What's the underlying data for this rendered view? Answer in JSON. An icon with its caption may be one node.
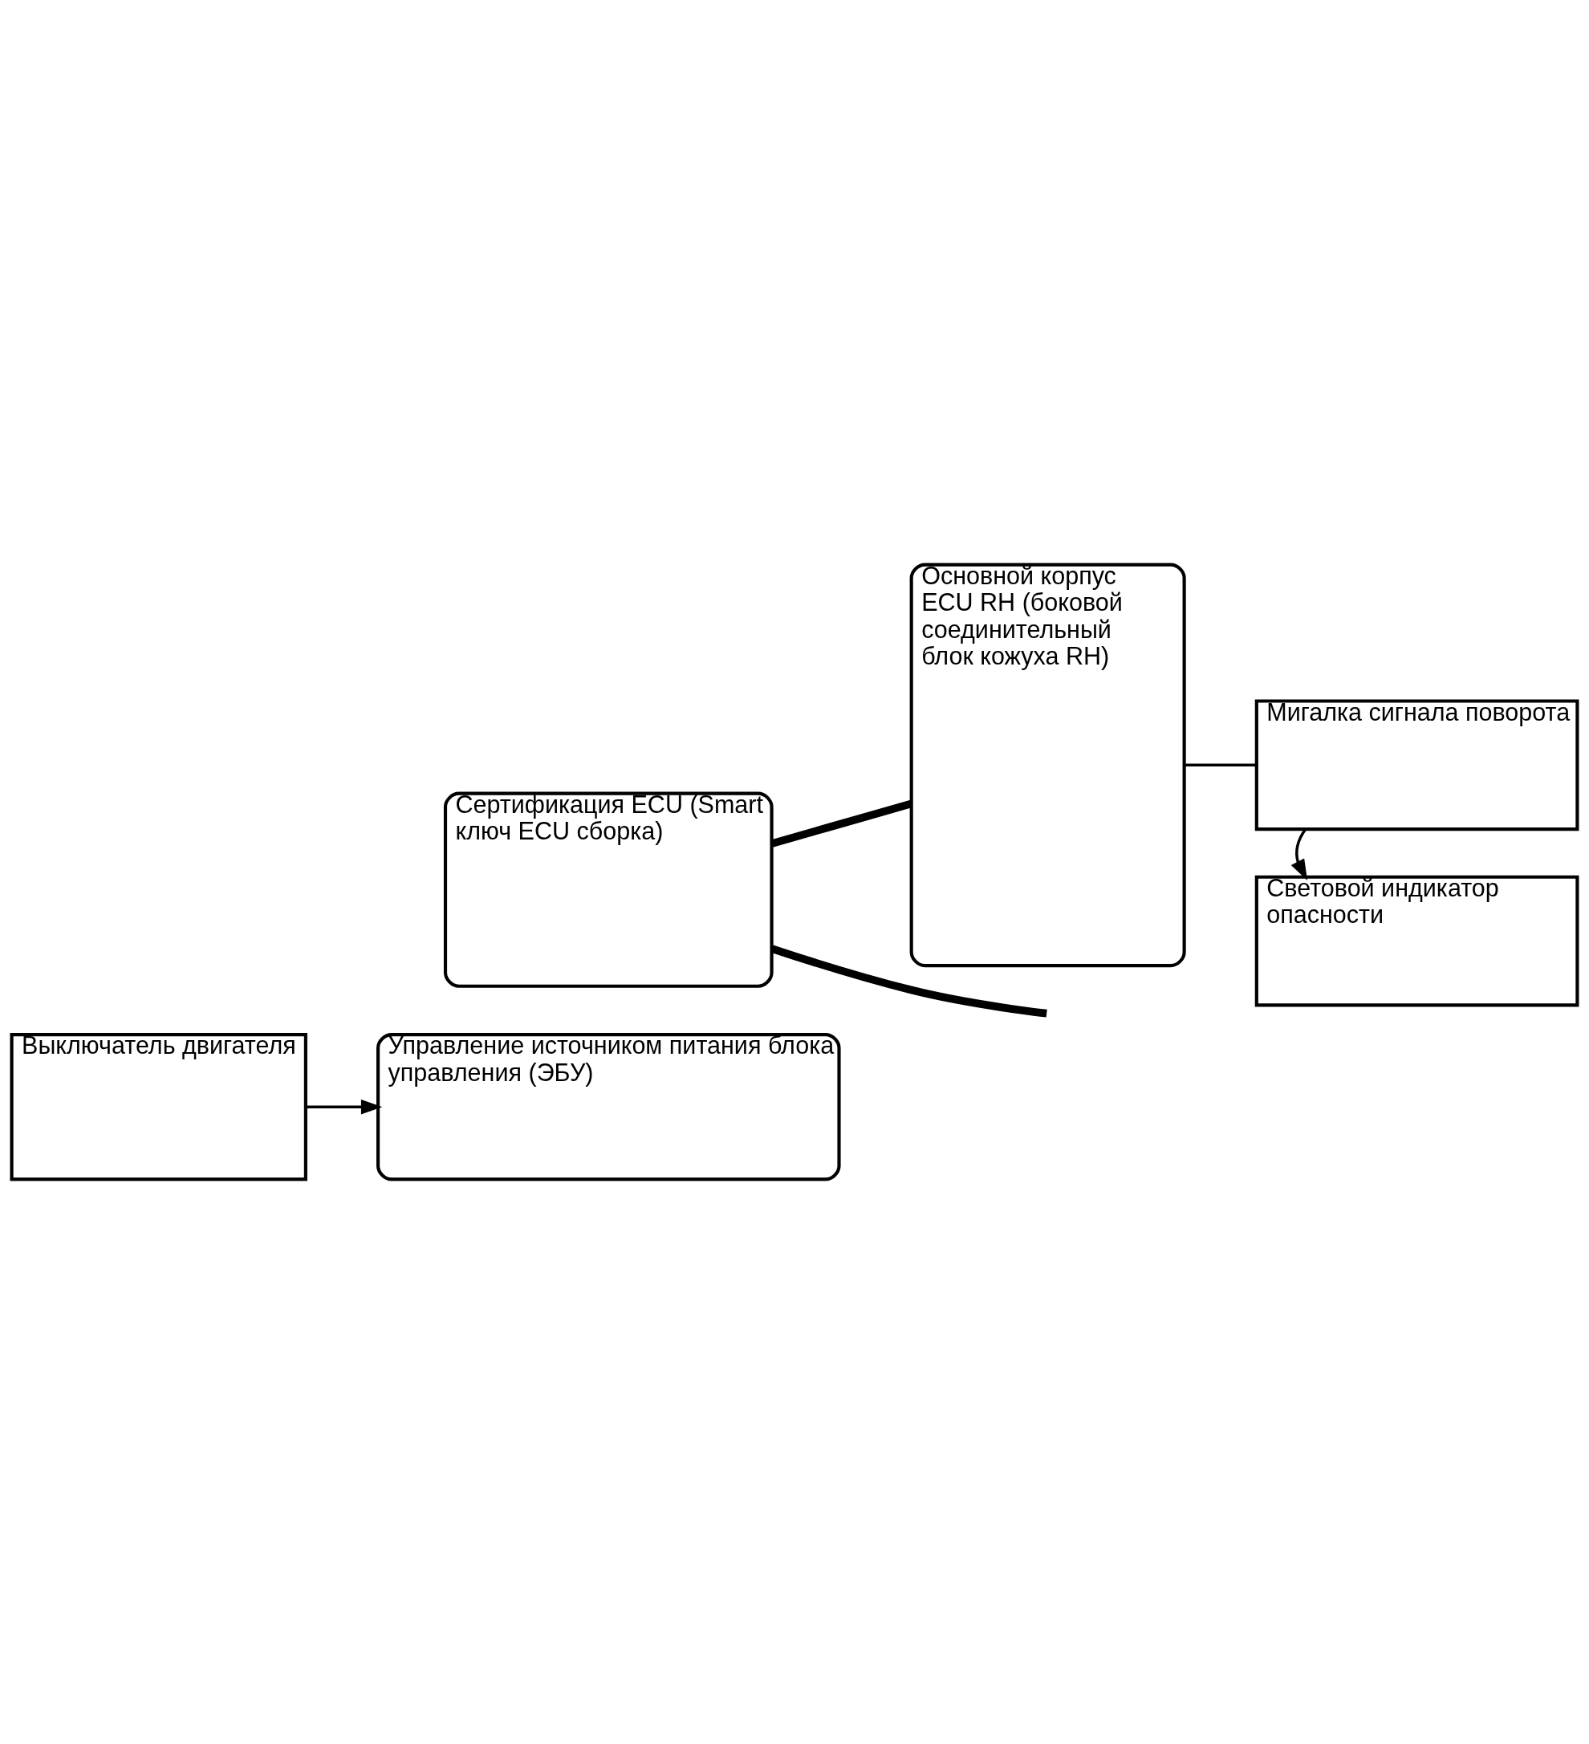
{
  "diagram": {
    "nodes": [
      {
        "text": [
          "Сертификация ECU (Smart ключ ECU сборка)"
        ]
      },
      {
        "text": [
          "Основной корпус ECU RH (боковой соединительный блок кожуха RH)"
        ]
      },
      {
        "text": [
          "Мигалка сигнала поворота"
        ]
      },
      {
        "text": [
          "Выключатель двигателя"
        ]
      },
      {
        "text": [
          "Управление источником питания блока управления (ЭБУ)"
        ]
      },
      {
        "text": [
          "Световой индикатор опасности"
        ]
      }
    ],
    "edges": [
      {
        "from": 0,
        "to": 1,
        "arrow": "none",
        "style": "thick"
      },
      {
        "from": 0,
        "to": null,
        "arrow": "none",
        "style": "thick"
      },
      {
        "from": 1,
        "to": 2,
        "arrow": "none"
      },
      {
        "from": 3,
        "to": 4,
        "arrow": "to"
      },
      {
        "from": 2,
        "to": 5,
        "arrow": "to"
      }
    ]
  }
}
